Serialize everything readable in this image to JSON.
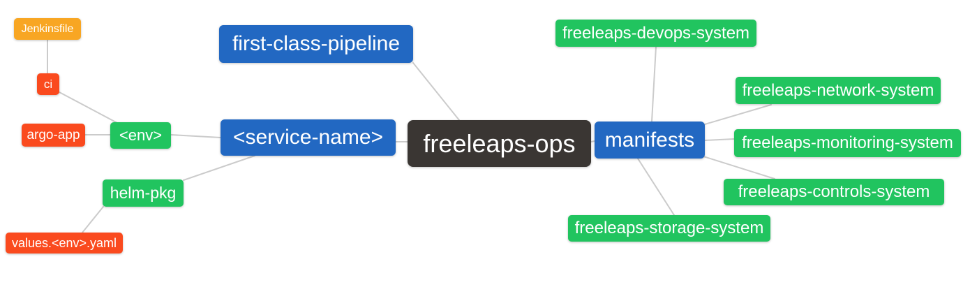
{
  "palette": {
    "blue": "#2268c2",
    "green": "#21c45f",
    "red": "#fa4a1e",
    "orange": "#f8a623",
    "dark": "#3a3633",
    "edge": "#cbcbcb",
    "node_text": "#ffffff",
    "background": "#ffffff"
  },
  "nodes": {
    "root": {
      "label": "freeleaps-ops",
      "color": "dark"
    },
    "first_class_pipeline": {
      "label": "first-class-pipeline",
      "color": "blue"
    },
    "service_name": {
      "label": "<service-name>",
      "color": "blue"
    },
    "manifests": {
      "label": "manifests",
      "color": "blue"
    },
    "env": {
      "label": "<env>",
      "color": "green"
    },
    "helm_pkg": {
      "label": "helm-pkg",
      "color": "green"
    },
    "argo_app": {
      "label": "argo-app",
      "color": "red"
    },
    "ci": {
      "label": "ci",
      "color": "red"
    },
    "jenkinsfile": {
      "label": "Jenkinsfile",
      "color": "orange"
    },
    "values_env_yaml": {
      "label": "values.<env>.yaml",
      "color": "red"
    },
    "devops_system": {
      "label": "freeleaps-devops-system",
      "color": "green"
    },
    "network_system": {
      "label": "freeleaps-network-system",
      "color": "green"
    },
    "monitoring_system": {
      "label": "freeleaps-monitoring-system",
      "color": "green"
    },
    "controls_system": {
      "label": "freeleaps-controls-system",
      "color": "green"
    },
    "storage_system": {
      "label": "freeleaps-storage-system",
      "color": "green"
    }
  },
  "edges": [
    {
      "from": "jenkinsfile",
      "to": "ci"
    },
    {
      "from": "ci",
      "to": "env"
    },
    {
      "from": "argo_app",
      "to": "env"
    },
    {
      "from": "env",
      "to": "service_name"
    },
    {
      "from": "helm_pkg",
      "to": "service_name"
    },
    {
      "from": "values_env_yaml",
      "to": "helm_pkg"
    },
    {
      "from": "first_class_pipeline",
      "to": "root"
    },
    {
      "from": "service_name",
      "to": "root"
    },
    {
      "from": "root",
      "to": "manifests"
    },
    {
      "from": "manifests",
      "to": "devops_system"
    },
    {
      "from": "manifests",
      "to": "network_system"
    },
    {
      "from": "manifests",
      "to": "monitoring_system"
    },
    {
      "from": "manifests",
      "to": "controls_system"
    },
    {
      "from": "manifests",
      "to": "storage_system"
    }
  ]
}
